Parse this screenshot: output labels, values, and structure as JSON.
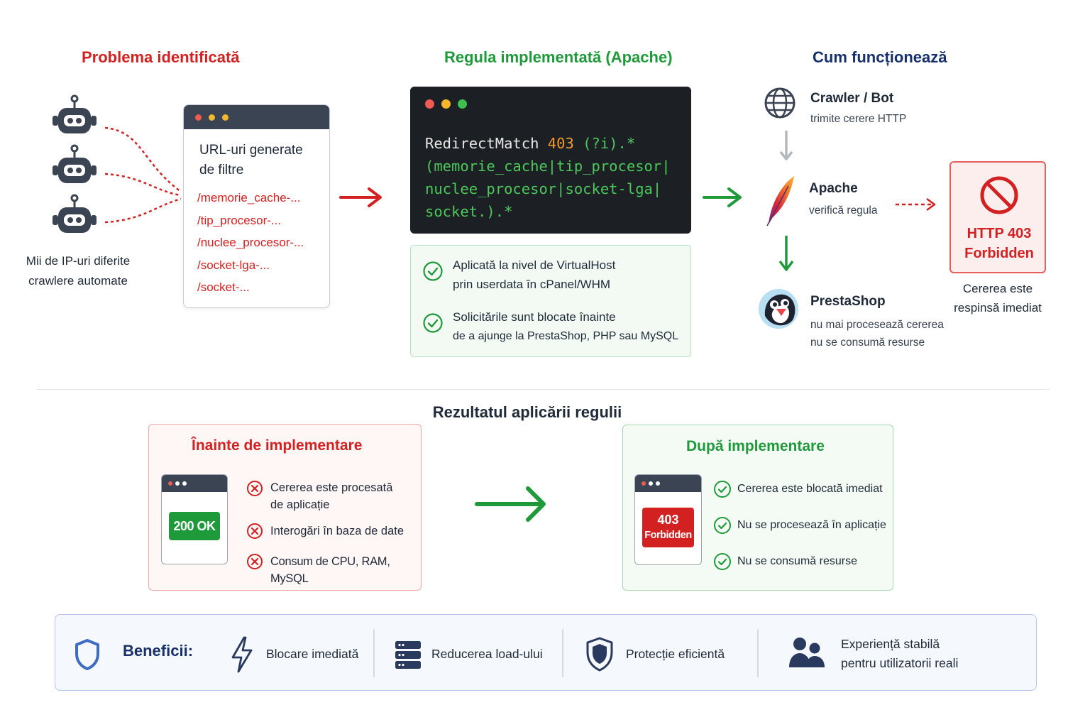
{
  "problem": {
    "title": "Problema identificată",
    "caption_line1": "Mii de IP-uri diferite",
    "caption_line2": "crawlere automate",
    "url_window_title_line1": "URL-uri generate",
    "url_window_title_line2": "de filtre",
    "urls": [
      "/memorie_cache-...",
      "/tip_procesor-...",
      "/nuclee_procesor-...",
      "/socket-lga-...",
      "/socket-..."
    ]
  },
  "rule": {
    "title": "Regula implementată (Apache)",
    "code": {
      "l1_cmd": "RedirectMatch ",
      "l1_code": "403",
      "l1_rest": " (?i).*",
      "l2": "(memorie_cache|tip_procesor|",
      "l3": "nuclee_procesor|socket-lga|",
      "l4": "socket.).*"
    },
    "notes": [
      {
        "line1": "Aplicată la nivel de VirtualHost",
        "line2": "prin userdata în cPanel/WHM"
      },
      {
        "line1": "Solicitările sunt blocate înainte",
        "line2": "de a ajunge la PrestaShop, PHP sau MySQL"
      }
    ]
  },
  "how": {
    "title": "Cum funcționează",
    "crawler_title": "Crawler / Bot",
    "crawler_sub": "trimite cerere HTTP",
    "apache_title": "Apache",
    "apache_sub": "verifică regula",
    "presta_title": "PrestaShop",
    "presta_sub1": "nu mai procesează cererea",
    "presta_sub2": "nu se consumă resurse",
    "forbidden_line1": "HTTP 403",
    "forbidden_line2": "Forbidden",
    "forbidden_caption1": "Cererea este",
    "forbidden_caption2": "respinsă imediat"
  },
  "result": {
    "title": "Rezultatul aplicării regulii",
    "before": {
      "title": "Înainte de implementare",
      "status": "200 OK",
      "items": [
        {
          "line1": "Cererea este procesată",
          "line2": "de aplicație"
        },
        {
          "line1": "Interogări în baza de date",
          "line2": ""
        },
        {
          "line1": "Consum de CPU, RAM, MySQL",
          "line2": ""
        }
      ]
    },
    "after": {
      "title": "După implementare",
      "status_line1": "403",
      "status_line2": "Forbidden",
      "items": [
        "Cererea este blocată imediat",
        "Nu se procesează în aplicație",
        "Nu se consumă resurse"
      ]
    }
  },
  "benefits": {
    "label": "Beneficii:",
    "items": [
      {
        "line1": "Blocare imediată",
        "line2": ""
      },
      {
        "line1": "Reducerea load-ului",
        "line2": ""
      },
      {
        "line1": "Protecție eficientă",
        "line2": ""
      },
      {
        "line1": "Experiență stabilă",
        "line2": "pentru utilizatorii reali"
      }
    ]
  },
  "colors": {
    "red": "#d32121",
    "green": "#1f9a3b",
    "navy": "#17306b",
    "code_bg": "#1c1f24"
  }
}
